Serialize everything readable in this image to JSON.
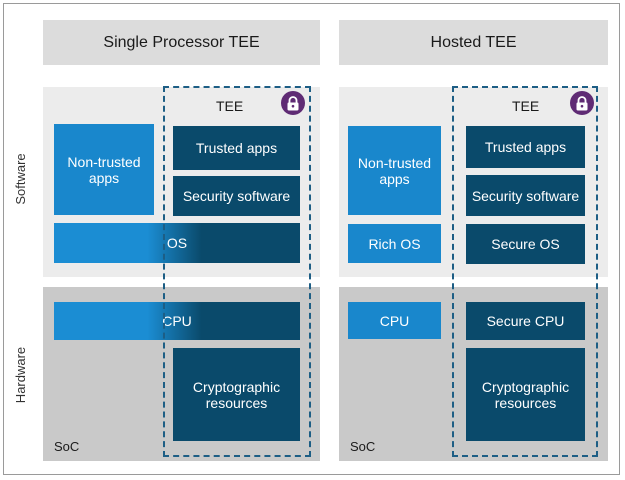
{
  "headers": {
    "single": "Single Processor TEE",
    "hosted": "Hosted TEE"
  },
  "row_labels": {
    "software": "Software",
    "hardware": "Hardware"
  },
  "single": {
    "tee_label": "TEE",
    "non_trusted_apps": "Non-trusted apps",
    "trusted_apps": "Trusted apps",
    "security_software": "Security software",
    "os": "OS",
    "cpu": "CPU",
    "crypto": "Cryptographic resources",
    "soc": "SoC"
  },
  "hosted": {
    "tee_label": "TEE",
    "non_trusted_apps": "Non-trusted apps",
    "trusted_apps": "Trusted apps",
    "security_software": "Security software",
    "rich_os": "Rich OS",
    "secure_os": "Secure OS",
    "cpu": "CPU",
    "secure_cpu": "Secure CPU",
    "crypto": "Cryptographic resources",
    "soc": "SoC"
  },
  "icons": {
    "lock": "lock-icon"
  },
  "colors": {
    "dark_blue": "#0a4a6b",
    "light_blue": "#1987cc",
    "lock_purple": "#5f2b74",
    "dashed_border": "#1d5e85"
  }
}
